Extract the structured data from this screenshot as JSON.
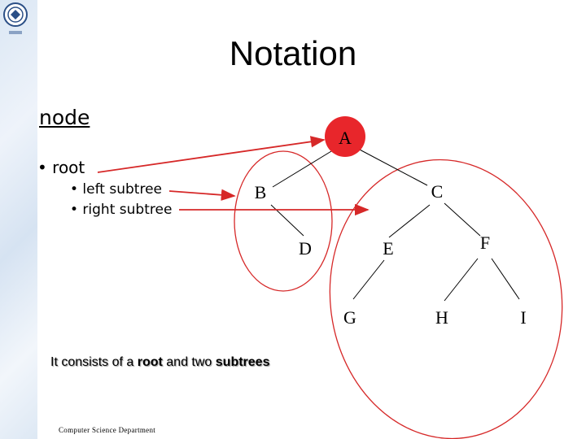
{
  "slide": {
    "title": "Notation",
    "labels": {
      "node": "node",
      "root": "• root",
      "left_subtree": "• left subtree",
      "right_subtree": "• right subtree"
    },
    "caption": {
      "prefix": "It consists of a ",
      "root_word": "root",
      "middle": " and two ",
      "subtrees_word": "subtrees"
    },
    "footer": "Computer Science Department"
  },
  "tree": {
    "root_fill": "#e8262b",
    "circle_stroke": "#d62828",
    "arrow_color": "#d62828",
    "nodes": [
      "A",
      "B",
      "C",
      "D",
      "E",
      "F",
      "G",
      "H",
      "I"
    ],
    "edges": [
      [
        "A",
        "B"
      ],
      [
        "A",
        "C"
      ],
      [
        "B",
        "D"
      ],
      [
        "C",
        "E"
      ],
      [
        "C",
        "F"
      ],
      [
        "E",
        "G"
      ],
      [
        "F",
        "H"
      ],
      [
        "F",
        "I"
      ]
    ]
  }
}
